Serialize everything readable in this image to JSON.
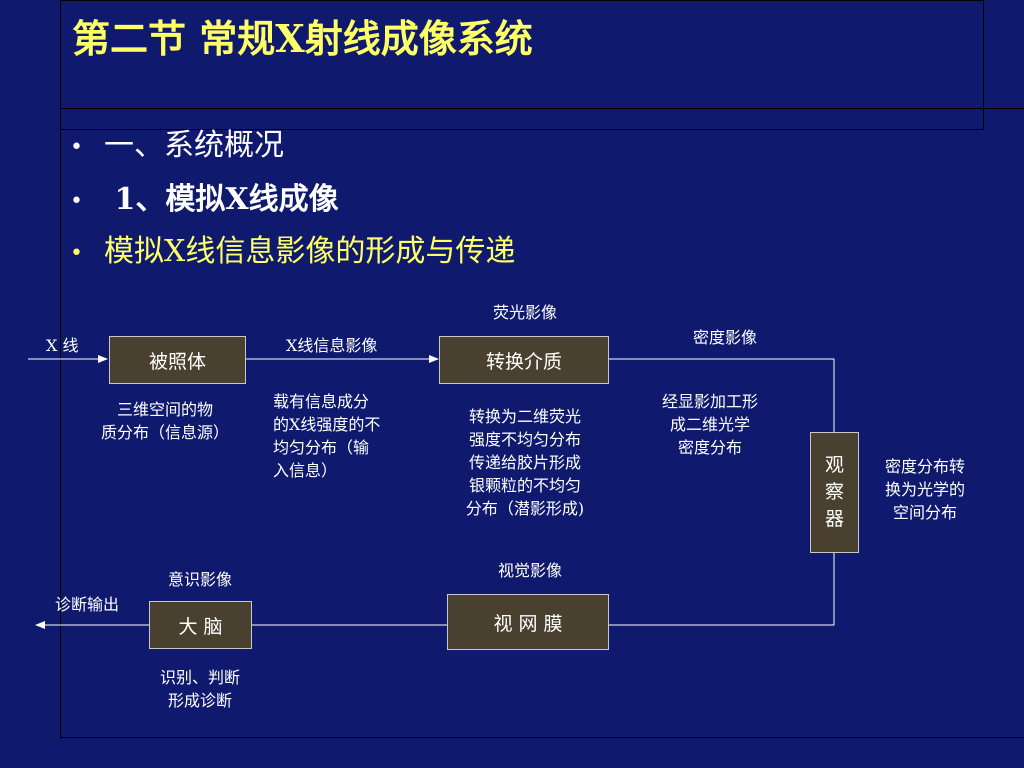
{
  "title": "第二节  常规X射线成像系统",
  "bullets": [
    "一、系统概况",
    " 1、模拟X线成像",
    "模拟X线信息影像的形成与传递"
  ],
  "bullet_marker": "•",
  "diagram": {
    "input_label": "X 线",
    "box_object": "被照体",
    "object_desc_1": "三维空间的物",
    "object_desc_2": "质分布（信息源）",
    "xray_info_label": "X线信息影像",
    "xray_info_desc": [
      "载有信息成分",
      "的X线强度的不",
      "均匀分布（输",
      "入信息）"
    ],
    "fluoro_label": "荧光影像",
    "box_converter": "转换介质",
    "converter_desc": [
      "转换为二维荧光",
      "强度不均匀分布",
      "传递给胶片形成",
      "银颗粒的不均匀",
      "分布（潜影形成)"
    ],
    "density_label": "密度影像",
    "density_desc": [
      "经显影加工形",
      "成二维光学",
      "密度分布"
    ],
    "box_viewer": [
      "观",
      "察",
      "器"
    ],
    "viewer_desc": [
      "密度分布转",
      "换为光学的",
      "空间分布"
    ],
    "visual_label": "视觉影像",
    "box_retina": "视 网 膜",
    "conscious_label": "意识影像",
    "box_brain": "大 脑",
    "brain_desc": [
      "识别、判断",
      "形成诊断"
    ],
    "output_label": "诊断输出"
  }
}
